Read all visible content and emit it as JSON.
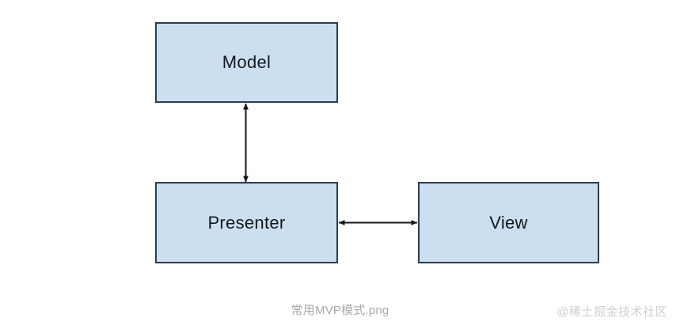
{
  "diagram": {
    "type": "block-diagram",
    "title": "常用MVP模式.png",
    "background_color": "#ffffff",
    "node_fill_color": "#cbdff0",
    "node_border_color": "#2c3e50",
    "connector_color": "#14181c",
    "nodes": [
      {
        "id": "model",
        "label": "Model"
      },
      {
        "id": "presenter",
        "label": "Presenter"
      },
      {
        "id": "view",
        "label": "View"
      }
    ],
    "connectors": [
      {
        "id": "model-presenter",
        "from": "Model",
        "to": "Presenter",
        "orientation": "vertical",
        "arrowheads": "both"
      },
      {
        "id": "presenter-view",
        "from": "Presenter",
        "to": "View",
        "orientation": "horizontal",
        "arrowheads": "both"
      }
    ]
  },
  "caption": {
    "text": "常用MVP模式.png",
    "color": "#a9a9a9"
  },
  "watermark": {
    "text": "@稀土掘金技术社区",
    "color": "#cfcfcf"
  }
}
